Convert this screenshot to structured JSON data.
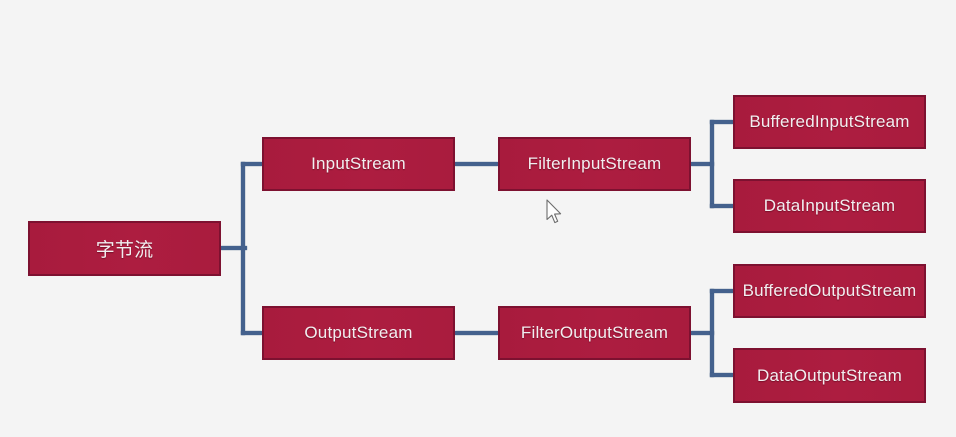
{
  "page": {
    "background_color": "#f4f4f4"
  },
  "diagram": {
    "type": "tree",
    "direction": "left-to-right",
    "colors": {
      "node_fill": "#a91c3e",
      "node_border": "#7d1130",
      "node_text": "#f2eef0",
      "connector": "#44618d"
    },
    "nodes": {
      "byte_stream": {
        "label": "字节流"
      },
      "input_stream": {
        "label": "InputStream"
      },
      "filter_input_stream": {
        "label": "FilterInputStream"
      },
      "buffered_input_stream": {
        "label": "BufferedInputStream"
      },
      "data_input_stream": {
        "label": "DataInputStream"
      },
      "output_stream": {
        "label": "OutputStream"
      },
      "filter_output_stream": {
        "label": "FilterOutputStream"
      },
      "buffered_output_stream": {
        "label": "BufferedOutputStream"
      },
      "data_output_stream": {
        "label": "DataOutputStream"
      }
    },
    "edges": [
      {
        "from": "字节流",
        "to": "InputStream"
      },
      {
        "from": "字节流",
        "to": "OutputStream"
      },
      {
        "from": "InputStream",
        "to": "FilterInputStream"
      },
      {
        "from": "FilterInputStream",
        "to": "BufferedInputStream"
      },
      {
        "from": "FilterInputStream",
        "to": "DataInputStream"
      },
      {
        "from": "OutputStream",
        "to": "FilterOutputStream"
      },
      {
        "from": "FilterOutputStream",
        "to": "BufferedOutputStream"
      },
      {
        "from": "FilterOutputStream",
        "to": "DataOutputStream"
      }
    ]
  },
  "cursor": {
    "icon": "arrow-pointer-icon",
    "visible": true
  }
}
